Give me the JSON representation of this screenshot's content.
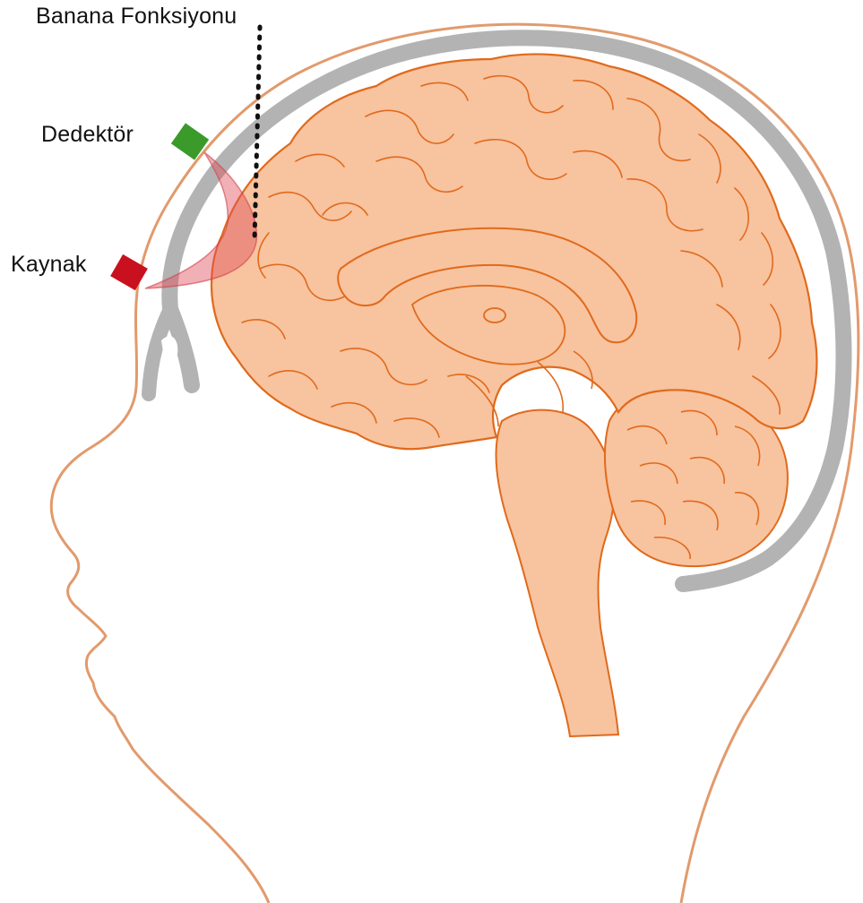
{
  "labels": {
    "banana_function": "Banana Fonksiyonu",
    "detector": "Dedektör",
    "source": "Kaynak"
  },
  "colors": {
    "brain_fill": "#f8c39f",
    "brain_line": "#e06a1c",
    "skull": "#b3b3b3",
    "head_outline": "#e29a6c",
    "detector": "#3a9a2a",
    "source": "#c8101e",
    "banana": "#e0505a"
  },
  "icons": {
    "detector": "green-square-optode",
    "source": "red-square-optode"
  }
}
